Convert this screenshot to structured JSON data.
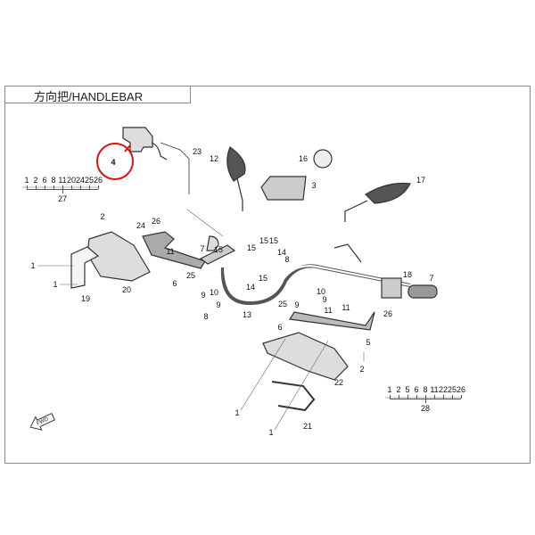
{
  "title": "方向把/HANDLEBAR",
  "highlight_color": "#e01010",
  "highlighted_callout": "4",
  "callouts": [
    "4",
    "23",
    "12",
    "16",
    "3",
    "17",
    "2",
    "24",
    "26",
    "11",
    "7",
    "15",
    "15",
    "15",
    "14",
    "15",
    "14",
    "15",
    "8",
    "25",
    "9",
    "10",
    "9",
    "8",
    "13",
    "10",
    "9",
    "25",
    "9",
    "11",
    "6",
    "11",
    "26",
    "5",
    "18",
    "7",
    "1",
    "1",
    "19",
    "20",
    "6",
    "2",
    "22",
    "1",
    "21",
    "1"
  ],
  "groups": [
    {
      "members": [
        "1",
        "2",
        "6",
        "8",
        "11",
        "20",
        "24",
        "25",
        "26"
      ],
      "assembly": "27"
    },
    {
      "members": [
        "1",
        "2",
        "5",
        "6",
        "8",
        "11",
        "22",
        "25",
        "26"
      ],
      "assembly": "28"
    }
  ],
  "fwd_label": "FWD"
}
